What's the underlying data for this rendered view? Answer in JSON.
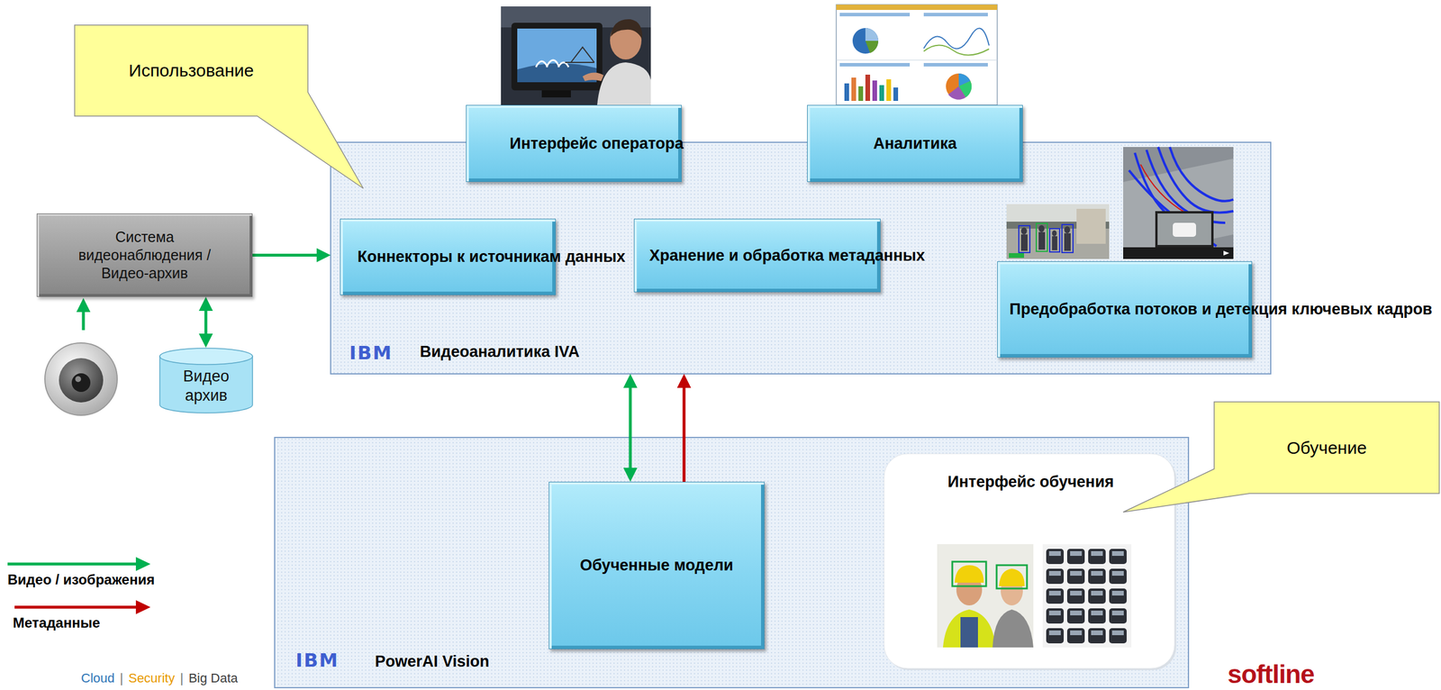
{
  "diagram": {
    "nodes": [
      {
        "text": [
          "Использование"
        ]
      },
      {
        "text": [
          "Видеоаналитика IVA"
        ]
      },
      {
        "text": [
          "Интерфейс оператора"
        ],
        "in": 1
      },
      {
        "text": [
          "Аналитика"
        ],
        "in": 1
      },
      {
        "text": [
          "Коннекторы к источникам данных"
        ],
        "in": 1
      },
      {
        "text": [
          "Хранение и обработка метаданных"
        ],
        "in": 1
      },
      {
        "text": [
          "Предобработка потоков и детекция ключевых кадров"
        ],
        "in": 1
      },
      {
        "text": [
          "Система видеонаблюдения / Видео-архив"
        ]
      },
      {
        "text": [
          "Видео архив"
        ]
      },
      {
        "text": [
          "PowerAI Vision"
        ]
      },
      {
        "text": [
          "Обученные модели"
        ],
        "in": 9
      },
      {
        "text": [
          "Интерфейс обучения"
        ],
        "in": 9
      },
      {
        "text": [
          "Обучение"
        ]
      }
    ],
    "edges": [
      {
        "from": 8,
        "to": 7,
        "arrow": "both"
      },
      {
        "from": 7,
        "to": 1,
        "arrow": "to"
      },
      {
        "from": 1,
        "to": 10,
        "arrow": "both"
      },
      {
        "from": 10,
        "to": 1,
        "arrow": "to"
      }
    ],
    "labels": [
      "IBM",
      "IBM",
      "Cloud",
      "|",
      "Security",
      "|",
      "Big Data",
      "softline"
    ],
    "legend": [
      {
        "text": "Видео / изображения"
      },
      {
        "text": "Метаданные"
      }
    ]
  }
}
